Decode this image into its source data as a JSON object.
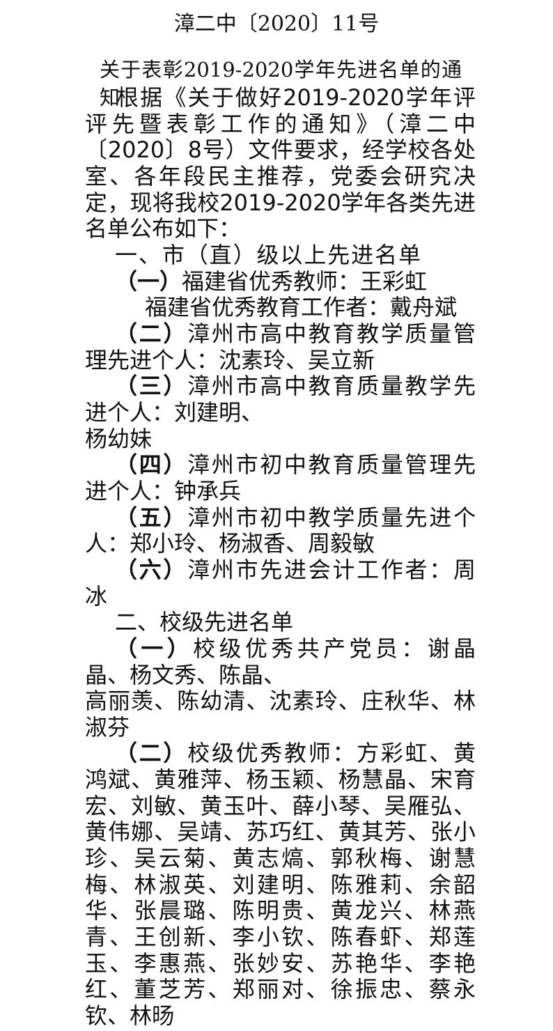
{
  "doc_number": "漳二中〔2020〕11号",
  "title": "关于表彰2019-2020学年先进名单的通知",
  "intro": [
    "根据《关于做好2019-2020学年评优",
    "评先暨表彰工作的通知》（漳二中",
    "〔2020〕8号）文件要求，经学校各处",
    "室、各年段民主推荐，党委会研究决",
    "定，现将我校2019-2020学年各类先进",
    "名单公布如下："
  ],
  "section1": {
    "heading": "一、市（直）级以上先进名单",
    "items": [
      {
        "label": "（一）",
        "lines": [
          "福建省优秀教师：王彩虹",
          "福建省优秀教育工作者：戴舟斌"
        ]
      },
      {
        "label": "（二）",
        "lines": [
          "漳州市高中教育教学质量管",
          "理先进个人：沈素玲、吴立新"
        ]
      },
      {
        "label": "（三）",
        "lines": [
          "漳州市高中教育质量教学先",
          "进个人：刘建明、",
          "杨幼妹"
        ]
      },
      {
        "label": "（四）",
        "lines": [
          "漳州市初中教育质量管理先",
          "进个人：钟承兵"
        ]
      },
      {
        "label": "（五）",
        "lines": [
          "漳州市初中教学质量先进个",
          "人：郑小玲、杨淑香、周毅敏"
        ]
      },
      {
        "label": "（六）",
        "lines": [
          "漳州市先进会计工作者：周",
          "冰"
        ]
      }
    ]
  },
  "section2": {
    "heading": "二、校级先进名单",
    "items": [
      {
        "label": "（一）",
        "lines": [
          "校级优秀共产党员：谢晶",
          "晶、杨文秀、陈晶、",
          "高丽羡、陈幼清、沈素玲、庄秋华、林",
          "淑芬"
        ]
      },
      {
        "label": "（二）",
        "lines": [
          "校级优秀教师：方彩虹、黄",
          "鸿斌、黄雅萍、杨玉颖、杨慧晶、宋育",
          "宏、刘敏、黄玉叶、薛小琴、吴雁弘、",
          "黄伟娜、吴靖、苏巧红、黄其芳、张小",
          "珍、吴云菊、黄志熇、郭秋梅、谢慧",
          "梅、林淑英、刘建明、陈雅莉、余韶",
          "华、张晨璐、陈明贵、黄龙兴、林燕",
          "青、王创新、李小钦、陈春虾、郑莲",
          "玉、李惠燕、张妙安、苏艳华、李艳",
          "红、董芝芳、郑丽对、徐振忠、蔡永",
          "钦、林旸"
        ]
      }
    ]
  }
}
